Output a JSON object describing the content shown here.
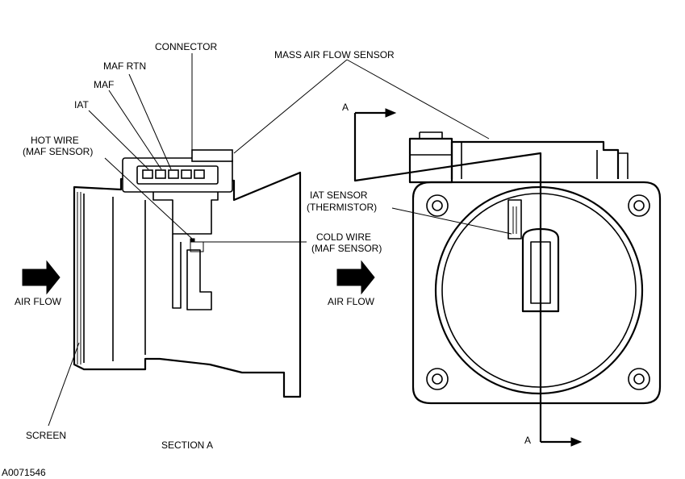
{
  "labels": {
    "connector": "CONNECTOR",
    "mass_air_flow_sensor": "MASS AIR FLOW SENSOR",
    "maf_rtn": "MAF RTN",
    "maf": "MAF",
    "iat": "IAT",
    "hot_wire_line1": "HOT WIRE",
    "hot_wire_line2": "(MAF SENSOR)",
    "cold_wire_line1": "COLD WIRE",
    "cold_wire_line2": "(MAF SENSOR)",
    "iat_sensor_line1": "IAT SENSOR",
    "iat_sensor_line2": "(THERMISTOR)",
    "air_flow_left": "AIR FLOW",
    "air_flow_right": "AIR FLOW",
    "screen": "SCREEN",
    "section_a": "SECTION A",
    "section_mark_top": "A",
    "section_mark_bottom": "A",
    "figure_id": "A0071546"
  }
}
